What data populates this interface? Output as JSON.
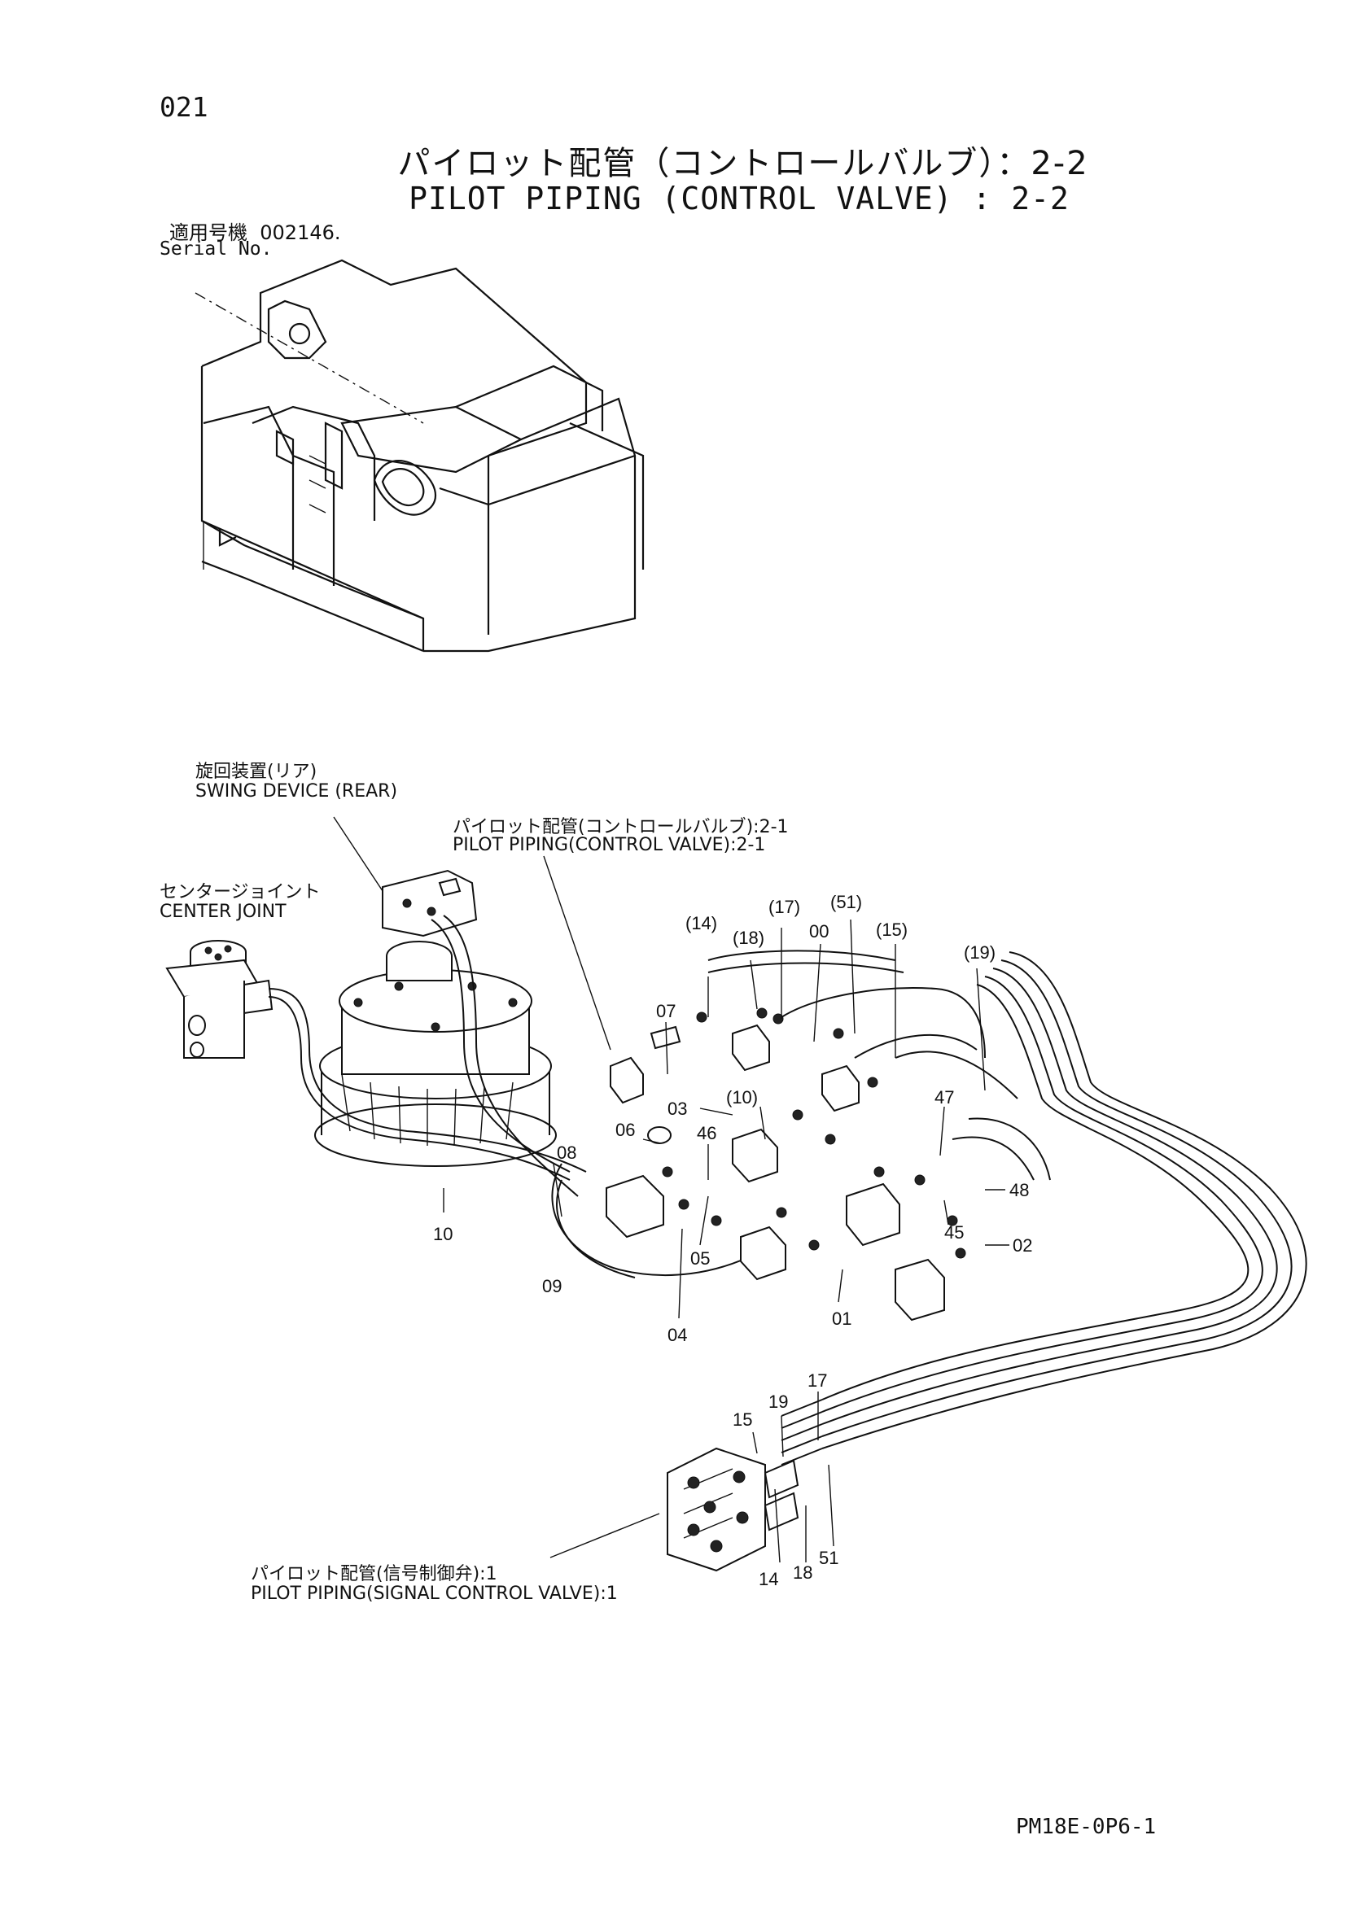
{
  "page_number": "021",
  "title_jp": "パイロット配管（コントロールバルブ）：2-2",
  "title_en": "PILOT PIPING (CONTROL VALVE) : 2-2",
  "serial": {
    "label_jp": "適用号機",
    "value": "002146.",
    "label_en": "Serial No."
  },
  "references": {
    "swing_device_jp": "旋回装置(リア)",
    "swing_device_en": "SWING DEVICE (REAR)",
    "pilot_cv_jp": "パイロット配管(コントロールバルブ):2-1",
    "pilot_cv_en": "PILOT PIPING(CONTROL VALVE):2-1",
    "center_joint_jp": "センタージョイント",
    "center_joint_en": "CENTER JOINT",
    "signal_cv_jp": "パイロット配管(信号制御弁):1",
    "signal_cv_en": "PILOT PIPING(SIGNAL CONTROL VALVE):1"
  },
  "callouts": [
    "(14)",
    "(18)",
    "(17)",
    "00",
    "(51)",
    "(15)",
    "(19)",
    "07",
    "(10)",
    "03",
    "06",
    "46",
    "47",
    "08",
    "48",
    "45",
    "02",
    "10",
    "09",
    "05",
    "04",
    "01",
    "17",
    "19",
    "15",
    "14",
    "18",
    "51"
  ],
  "doc_code": "PM18E-0P6-1"
}
